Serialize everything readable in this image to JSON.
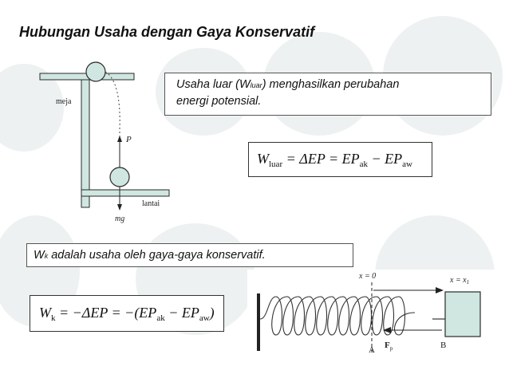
{
  "title": "Hubungan Usaha dengan Gaya Konservatif",
  "box1": {
    "pre": "Usaha luar (W",
    "sub": "luar",
    "post": ") menghasilkan perubahan",
    "line2": "energi potensial."
  },
  "box2": {
    "pre": "W",
    "sub": "k",
    "post": " adalah usaha oleh gaya-gaya konservatif."
  },
  "eq1": {
    "lhs": "W",
    "lhs_sub": "luar",
    "mid": " = ΔEP = EP",
    "s1": "ak",
    "minus": " − EP",
    "s2": "aw"
  },
  "eq2": {
    "lhs": "W",
    "lhs_sub": "k",
    "mid": " = −ΔEP = −(EP",
    "s1": "ak",
    "minus": " − EP",
    "s2": "aw",
    "end": ")"
  },
  "fig1": {
    "meja": "meja",
    "P": "P",
    "lantai": "lantai",
    "mg": "mg"
  },
  "fig2": {
    "x0": "x = 0",
    "x1": "x = x",
    "x1_sub": "1",
    "A": "A",
    "F": "F",
    "F_sub": "p",
    "B": "B"
  },
  "colors": {
    "watermark": "#eef1f1",
    "fig_fill": "#cfe6e1",
    "fig_stroke": "#2a2a2a"
  }
}
